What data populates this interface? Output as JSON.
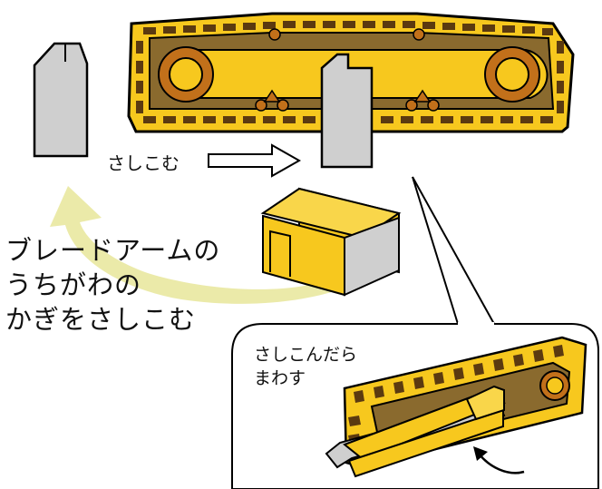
{
  "labels": {
    "insert_arrow": "さしこむ",
    "main_line1": "ブレードアームの",
    "main_line2": "うちがわの",
    "main_line3": "かぎをさしこむ",
    "callout_line1": "さしこんだら",
    "callout_line2": "まわす"
  },
  "colors": {
    "yellow": "#f7c81e",
    "dark_brown": "#5b3a10",
    "orange_brown": "#c2701a",
    "key_gray": "#cfcfcf",
    "curved_arrow": "#e8e69a",
    "outline": "#000000"
  }
}
